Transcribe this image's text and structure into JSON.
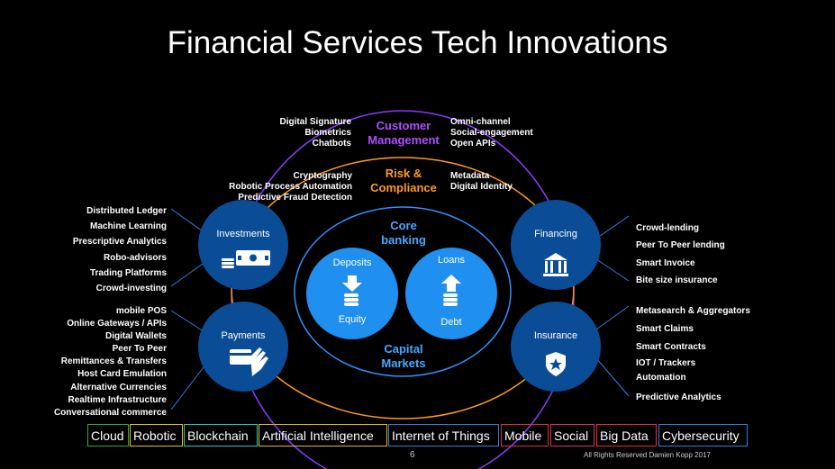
{
  "title": "Financial Services Tech Innovations",
  "customer": {
    "label_line1": "Customer",
    "label_line2": "Management",
    "left": [
      "Digital Signature",
      "Biometrics",
      "Chatbots"
    ],
    "right": [
      "Omni-channel",
      "Social-engagement",
      "Open APIs"
    ]
  },
  "risk": {
    "label_line1": "Risk  &",
    "label_line2": "Compliance",
    "left": [
      "Cryptography",
      "Robotic Process Automation",
      "Predictive Fraud Detection"
    ],
    "right": [
      "Metadata",
      "Digital Identity"
    ]
  },
  "core": {
    "label_line1": "Core",
    "label_line2": "banking",
    "capital_line1": "Capital",
    "capital_line2": "Markets",
    "deposits": "Deposits",
    "equity": "Equity",
    "loans": "Loans",
    "debt": "Debt"
  },
  "investments": {
    "label": "Investments",
    "items": [
      "Distributed  Ledger",
      "Machine Learning",
      "Prescriptive Analytics",
      "Robo-advisors",
      "Trading Platforms",
      "Crowd-investing"
    ]
  },
  "payments": {
    "label": "Payments",
    "items": [
      "mobile POS",
      "Online Gateways / APIs",
      "Digital Wallets",
      "Peer To Peer",
      "Remittances & Transfers",
      "Host Card  Emulation",
      "Alternative Currencies",
      "Realtime  Infrastructure",
      "Conversational commerce"
    ]
  },
  "financing": {
    "label": "Financing",
    "items": [
      "Crowd-lending",
      "Peer To Peer lending",
      "Smart Invoice",
      "Bite size insurance"
    ]
  },
  "insurance": {
    "label": "Insurance",
    "items": [
      "Metasearch & Aggregators",
      "Smart  Claims",
      "Smart Contracts",
      "IOT / Trackers",
      "Automation",
      "Predictive Analytics"
    ]
  },
  "technologies": [
    {
      "label": "Cloud",
      "color": "#2fa84f"
    },
    {
      "label": "Robotic",
      "color": "#e8c21a"
    },
    {
      "label": "Blockchain",
      "color": "#2fc7b4"
    },
    {
      "label": "Artificial Intelligence",
      "color": "#e8b81a"
    },
    {
      "label": "Internet of Things",
      "color": "#2f7fe0"
    },
    {
      "label": "Mobile",
      "color": "#e03030"
    },
    {
      "label": "Social",
      "color": "#e0306a"
    },
    {
      "label": "Big Data",
      "color": "#e03030"
    },
    {
      "label": "Cybersecurity",
      "color": "#2f7fe0"
    }
  ],
  "page_number": "6",
  "copyright": "All Rights Reserved Damien Kopp 2017",
  "colors": {
    "node_fill": "#0a4d96",
    "core_fill": "#1f8ff0",
    "customer_ring": "#8a3cff",
    "risk_ring": "#ff9a1f",
    "core_ring": "#2f8fff"
  }
}
